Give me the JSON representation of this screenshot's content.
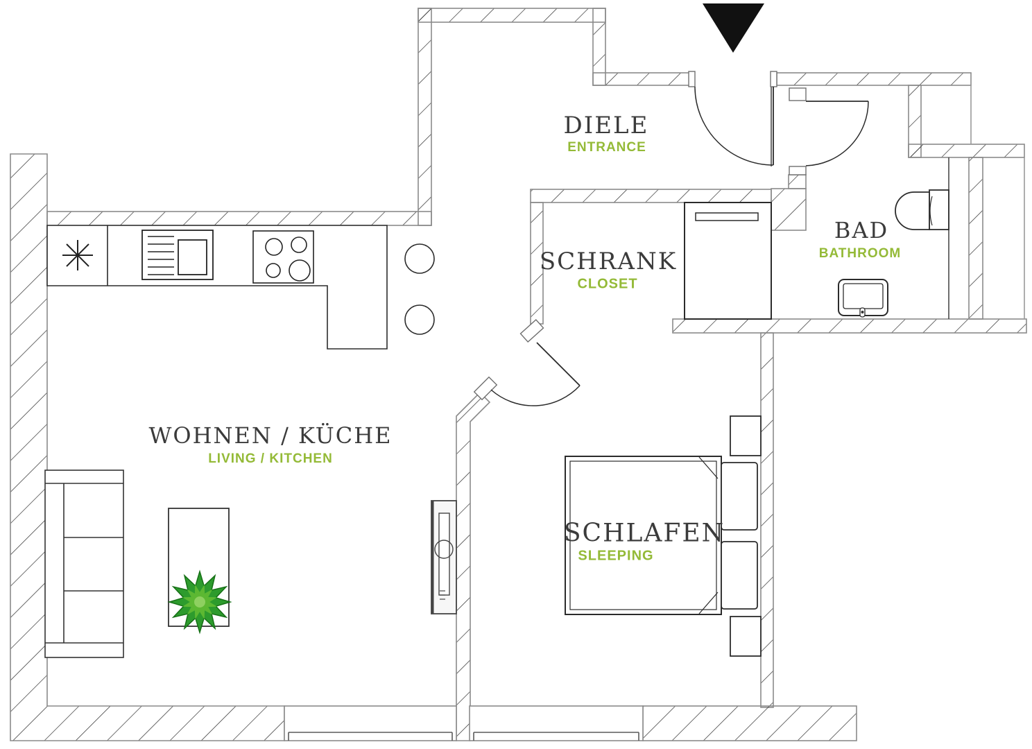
{
  "plan": {
    "title": "apartment-floor-plan",
    "rooms": [
      {
        "id": "diele",
        "name": "DIELE",
        "subtitle": "ENTRANCE"
      },
      {
        "id": "schrank",
        "name": "SCHRANK",
        "subtitle": "CLOSET"
      },
      {
        "id": "bad",
        "name": "BAD",
        "subtitle": "BATHROOM"
      },
      {
        "id": "wohnen",
        "name": "WOHNEN / KÜCHE",
        "subtitle": "LIVING / KITCHEN"
      },
      {
        "id": "schlafen",
        "name": "SCHLAFEN",
        "subtitle": "SLEEPING"
      }
    ],
    "colors": {
      "room_name": "#3b3b3b",
      "room_subtitle": "#94ba37",
      "wall_outline": "#8a8a8a",
      "hatch_line": "#2f2f2f",
      "furniture_line": "#2b2b2b",
      "plant_dark": "#2d9b2d",
      "plant_mid": "#5cb832",
      "plant_light": "#8ed060",
      "north_arrow": "#111111"
    },
    "icons": [
      "north-arrow-icon",
      "fridge-icon",
      "sink-icon",
      "stove-icon",
      "toilet-icon",
      "washbasin-icon",
      "plant-icon",
      "tv-icon"
    ]
  }
}
